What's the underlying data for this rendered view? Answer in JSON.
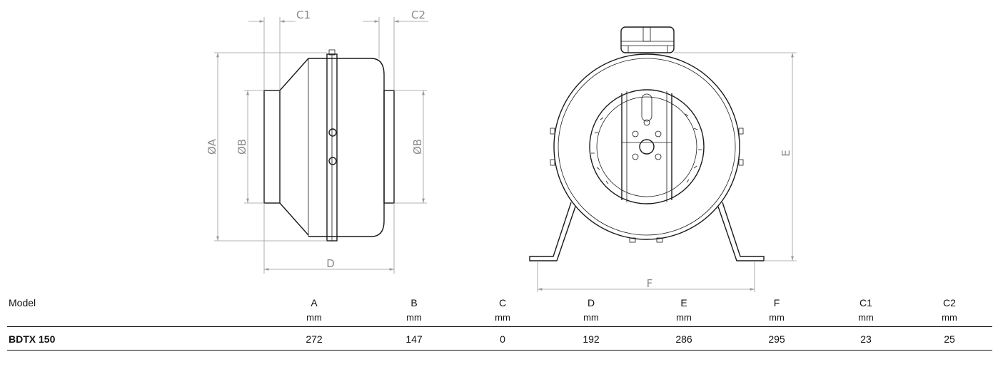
{
  "dims": {
    "side": {
      "a": "ØA",
      "b1": "ØB",
      "b2": "ØB",
      "c1": "C1",
      "c2": "C2",
      "d": "D"
    },
    "front": {
      "e": "E",
      "f": "F"
    }
  },
  "table": {
    "model_header": "Model",
    "columns": [
      {
        "label": "A",
        "unit": "mm"
      },
      {
        "label": "B",
        "unit": "mm"
      },
      {
        "label": "C",
        "unit": "mm"
      },
      {
        "label": "D",
        "unit": "mm"
      },
      {
        "label": "E",
        "unit": "mm"
      },
      {
        "label": "F",
        "unit": "mm"
      },
      {
        "label": "C1",
        "unit": "mm"
      },
      {
        "label": "C2",
        "unit": "mm"
      }
    ],
    "rows": [
      {
        "model": "BDTX 150",
        "values": [
          "272",
          "147",
          "0",
          "192",
          "286",
          "295",
          "23",
          "25"
        ]
      }
    ]
  }
}
